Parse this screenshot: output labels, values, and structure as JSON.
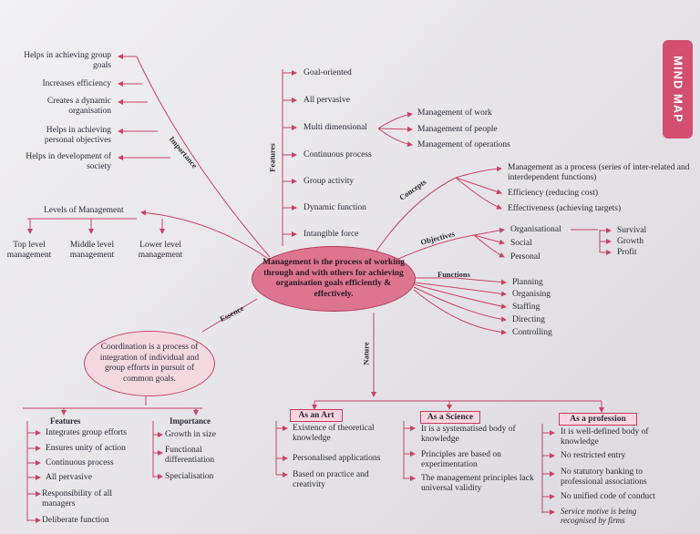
{
  "title_tab": "MIND MAP",
  "center": "Management is the process of working through and with others for achieving organisation goals efficiently & effectively.",
  "branches": {
    "importance": "Importance",
    "features": "Features",
    "concepts": "Concepts",
    "objectives": "Objectives",
    "functions": "Functions",
    "essence": "Essence",
    "nature": "Nature"
  },
  "importance_items": [
    "Helps in achieving group goals",
    "Increases efficiency",
    "Creates a dynamic organisation",
    "Helps in achieving personal objectives",
    "Helps in development of society"
  ],
  "levels": {
    "title": "Levels of Management",
    "items": [
      "Top level management",
      "Middle level management",
      "Lower level management"
    ]
  },
  "features_items": [
    "Goal-oriented",
    "All pervasive",
    "Multi dimensional",
    "Continuous process",
    "Group activity",
    "Dynamic function",
    "Intangible force"
  ],
  "multi_dimensional": [
    "Management of work",
    "Management of people",
    "Management of operations"
  ],
  "concepts_items": [
    "Management as a process (series of inter-related and interdependent functions)",
    "Efficiency (reducing cost)",
    "Effectiveness (achieving targets)"
  ],
  "objectives_items": [
    "Organisational",
    "Social",
    "Personal"
  ],
  "org_objectives": [
    "Survival",
    "Growth",
    "Profit"
  ],
  "functions_items": [
    "Planning",
    "Organising",
    "Staffing",
    "Directing",
    "Controlling"
  ],
  "coordination": {
    "definition": "Coordination is a process of integration of individual and group efforts in pursuit of common goals.",
    "features_title": "Features",
    "features": [
      "Integrates group efforts",
      "Ensures unity of action",
      "Continuous process",
      "All pervasive",
      "Responsibility of all managers",
      "Deliberate function"
    ],
    "importance_title": "Importance",
    "importance": [
      "Growth in size",
      "Functional differentiation",
      "Specialisation"
    ]
  },
  "art": {
    "title": "As an Art",
    "items": [
      "Existence of theoretical knowledge",
      "Personalised applications",
      "Based on practice and creativity"
    ]
  },
  "science": {
    "title": "As a Science",
    "items": [
      "It is a systematised body of knowledge",
      "Principles are based on experimentation",
      "The management principles lack universal validity"
    ]
  },
  "profession": {
    "title": "As a profession",
    "items": [
      "It is well-defined body of knowledge",
      "No restricted entry",
      "No statutory banking to professional associations",
      "No unified code of conduct",
      "Service motive is being recognised by firms"
    ]
  },
  "colors": {
    "accent": "#d34f70",
    "line": "#c94266",
    "center_fill": "#dd7590"
  }
}
